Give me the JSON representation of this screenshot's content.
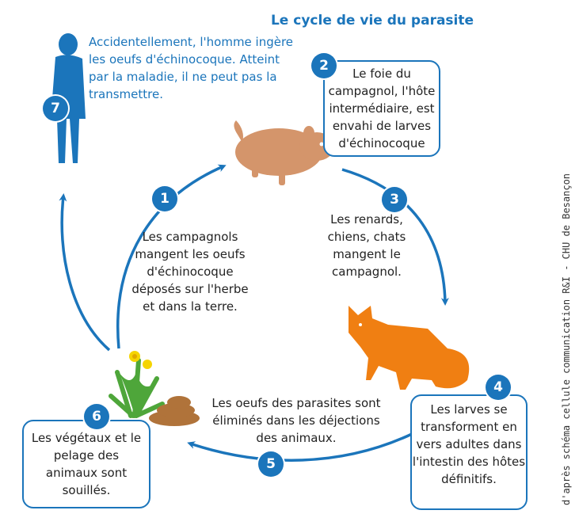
{
  "title": "Le cycle de vie du parasite",
  "credit": "d'après schéma cellule communication R&I - CHU de Besançon",
  "steps": {
    "s1": {
      "number": "1",
      "text": "Les campagnols mangent les oeufs d'échinocoque déposés sur l'herbe et dans la terre."
    },
    "s2": {
      "number": "2",
      "text": "Le foie du campagnol, l'hôte intermédiaire, est envahi de larves d'échinocoque"
    },
    "s3": {
      "number": "3",
      "text": "Les renards, chiens, chats mangent le campagnol."
    },
    "s4": {
      "number": "4",
      "text": "Les larves se transforment en vers adultes dans l'intestin des hôtes définitifs."
    },
    "s5": {
      "number": "5",
      "text": "Les oeufs des parasites sont éliminés dans les déjections des animaux."
    },
    "s6": {
      "number": "6",
      "text": "Les végétaux et le pelage des animaux sont souillés."
    },
    "s7": {
      "number": "7",
      "text": "Accidentellement, l'homme ingère les oeufs d'échinocoque. Atteint par la maladie, il ne peut pas la transmettre."
    }
  },
  "colors": {
    "accent": "#1b75bb",
    "vole": "#d4956b",
    "fox": "#f07f12",
    "feces": "#b0733a",
    "plant": "#4ea63a"
  },
  "icons": [
    "human-silhouette-icon",
    "vole-icon",
    "fox-icon",
    "dandelion-icon",
    "feces-icon"
  ]
}
